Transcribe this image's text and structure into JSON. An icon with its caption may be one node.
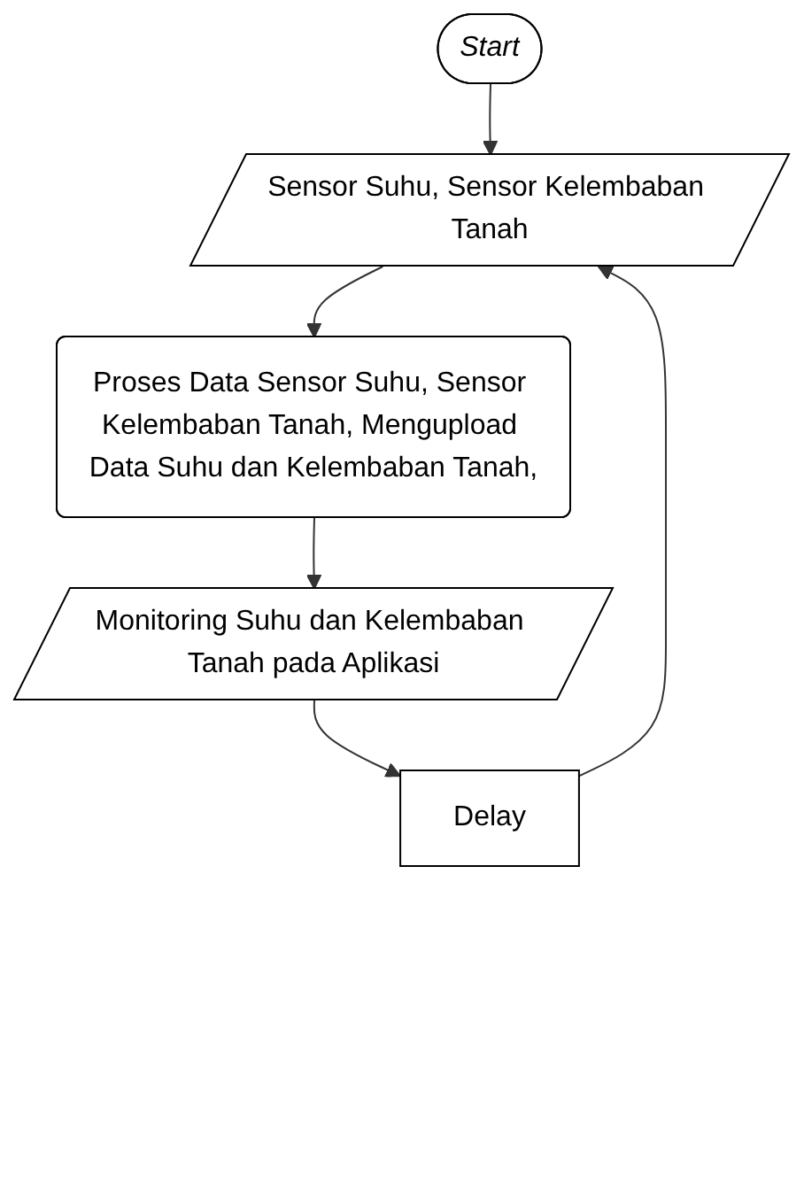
{
  "diagram": {
    "nodes": [
      {
        "text": [
          "Start"
        ]
      },
      {
        "text": [
          "Sensor Suhu, Sensor Kelembaban Tanah"
        ]
      },
      {
        "text": [
          "Proses Data Sensor Suhu, Sensor Kelembaban Tanah, Mengupload Data Suhu dan Kelembaban Tanah,"
        ]
      },
      {
        "text": [
          "Monitoring Suhu dan Kelembaban Tanah pada Aplikasi"
        ]
      },
      {
        "text": [
          "Delay"
        ]
      }
    ],
    "edges": [
      {
        "from": 0,
        "to": 1,
        "arrow": "to"
      },
      {
        "from": 1,
        "to": 2,
        "arrow": "to"
      },
      {
        "from": 2,
        "to": 3,
        "arrow": "to"
      },
      {
        "from": 3,
        "to": 4,
        "arrow": "to"
      },
      {
        "from": 4,
        "to": 1,
        "arrow": "to"
      }
    ]
  }
}
